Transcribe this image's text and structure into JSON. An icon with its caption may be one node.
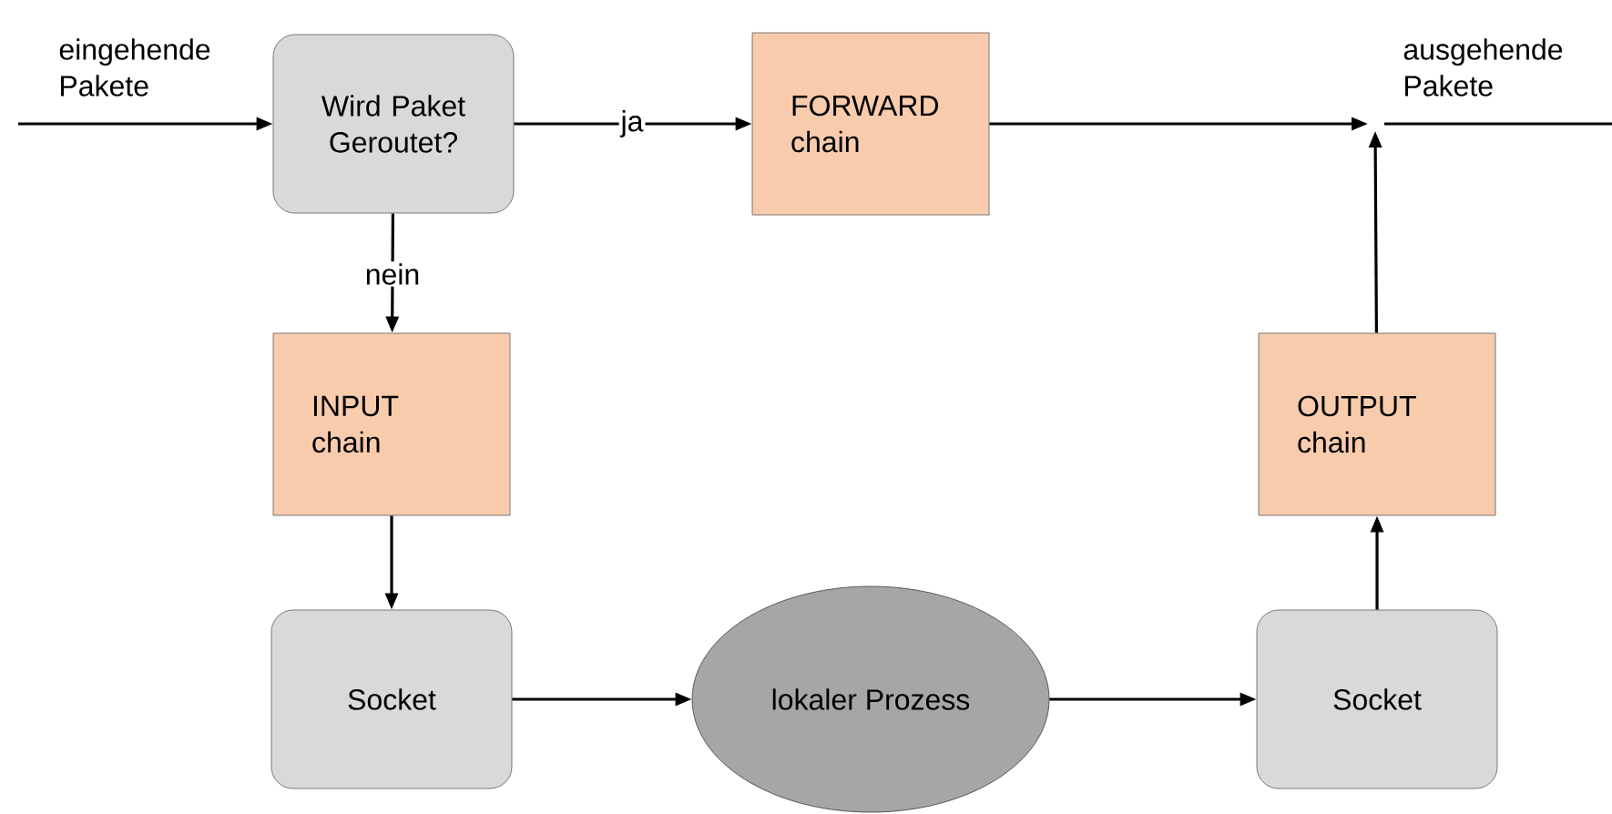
{
  "diagram": {
    "nodes": [
      {
        "text": [
          "Wird Paket Geroutet?"
        ]
      },
      {
        "text": [
          "FORWARD chain"
        ]
      },
      {
        "text": [
          "INPUT chain"
        ]
      },
      {
        "text": [
          "OUTPUT chain"
        ]
      },
      {
        "text": [
          "Socket"
        ]
      },
      {
        "text": [
          "lokaler Prozess"
        ]
      },
      {
        "text": [
          "Socket"
        ]
      }
    ],
    "edges": [
      {
        "from": null,
        "to": 0,
        "arrow": "to"
      },
      {
        "from": 0,
        "to": 1,
        "arrow": "to",
        "label": "ja"
      },
      {
        "from": 0,
        "to": 2,
        "arrow": "to",
        "label": "nein"
      },
      {
        "from": 1,
        "to": null,
        "arrow": "to"
      },
      {
        "from": 2,
        "to": 4,
        "arrow": "to"
      },
      {
        "from": 4,
        "to": 5,
        "arrow": "to"
      },
      {
        "from": 5,
        "to": 6,
        "arrow": "to"
      },
      {
        "from": 6,
        "to": 3,
        "arrow": "to"
      },
      {
        "from": 3,
        "to": null,
        "arrow": "to"
      }
    ],
    "labels": [
      "eingehende Pakete",
      "ausgehende Pakete"
    ]
  }
}
